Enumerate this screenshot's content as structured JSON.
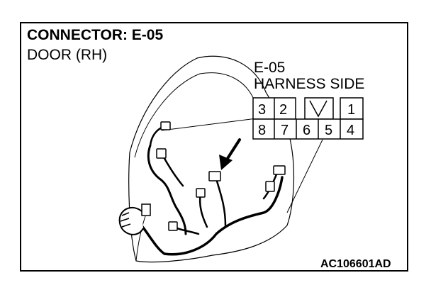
{
  "title": "CONNECTOR: E-05",
  "subtitle": "DOOR (RH)",
  "connector": {
    "id": "E-05",
    "side": "HARNESS SIDE",
    "top_row": [
      "3",
      "2",
      "",
      "1"
    ],
    "bottom_row": [
      "8",
      "7",
      "6",
      "5",
      "4"
    ]
  },
  "figure_code": "AC106601AD"
}
